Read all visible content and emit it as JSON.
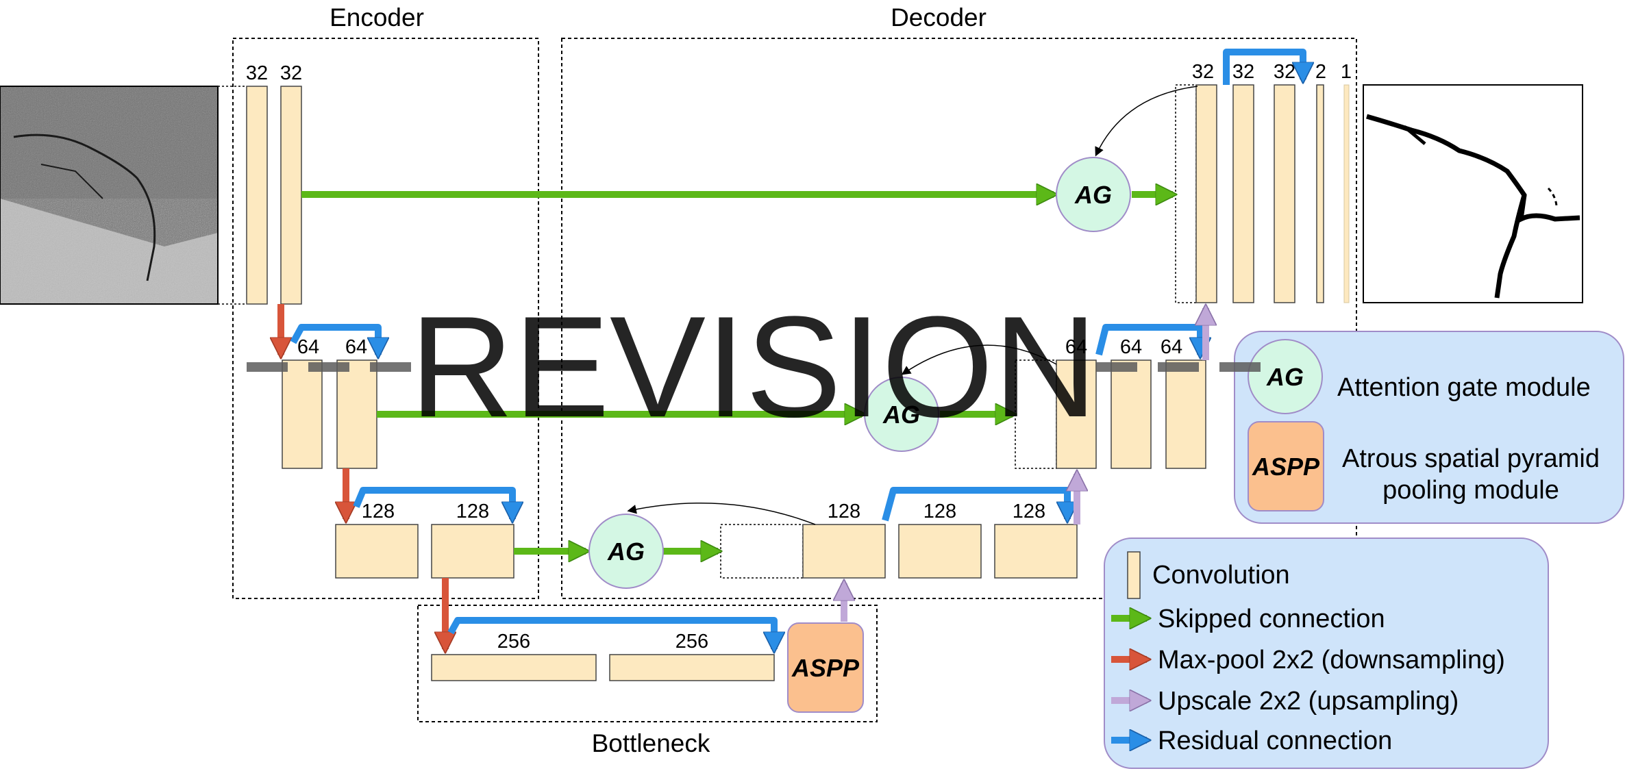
{
  "sections": {
    "encoder": "Encoder",
    "decoder": "Decoder",
    "bottleneck": "Bottleneck"
  },
  "channels": {
    "enc1": [
      "32",
      "32"
    ],
    "enc2": [
      "64",
      "64"
    ],
    "enc3": [
      "128",
      "128"
    ],
    "bottleneck": [
      "256",
      "256"
    ],
    "dec3": [
      "128",
      "128",
      "128"
    ],
    "dec2": [
      "64",
      "64",
      "64"
    ],
    "dec1": [
      "32",
      "32",
      "32",
      "2",
      "1"
    ]
  },
  "modules": {
    "ag": "AG",
    "aspp": "ASPP"
  },
  "legend_modules": [
    {
      "tag": "AG",
      "text": "Attention gate module"
    },
    {
      "tag": "ASPP",
      "text_lines": [
        "Atrous spatial pyramid",
        "pooling module"
      ]
    }
  ],
  "legend_items": [
    {
      "icon": "convolution-swatch",
      "text": "Convolution"
    },
    {
      "icon": "green-arrow-icon",
      "text": "Skipped connection",
      "color": "#5cb818"
    },
    {
      "icon": "red-arrow-icon",
      "text": "Max-pool 2x2 (downsampling)",
      "color": "#d8553a"
    },
    {
      "icon": "purple-arrow-icon",
      "text": "Upscale 2x2 (upsampling)",
      "color": "#c0a8d8"
    },
    {
      "icon": "blue-arrow-icon",
      "text": "Residual connection",
      "color": "#2a8ee6"
    }
  ],
  "watermark": "REVISION",
  "colors": {
    "conv": "#fde9c0",
    "ag": "#d4f7e4",
    "aspp": "#fbc08e",
    "legend_bg": "#cfe4fa",
    "legend_border": "#a08cc8"
  }
}
